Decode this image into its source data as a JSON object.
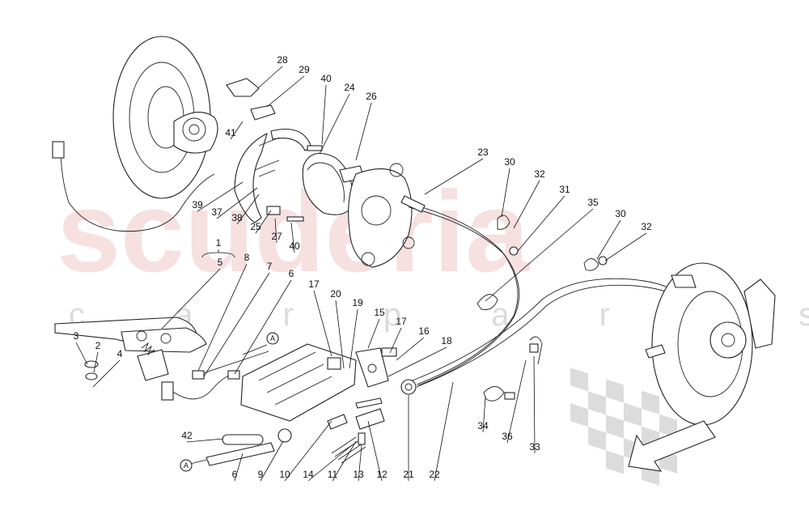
{
  "watermark": {
    "brand": "scuderia",
    "subline": "c a r p a r t s"
  },
  "reference_markers": [
    "A",
    "A"
  ],
  "callouts": [
    {
      "id": "c28",
      "label": "28"
    },
    {
      "id": "c29",
      "label": "29"
    },
    {
      "id": "c40a",
      "label": "40"
    },
    {
      "id": "c24",
      "label": "24"
    },
    {
      "id": "c26",
      "label": "26"
    },
    {
      "id": "c41",
      "label": "41"
    },
    {
      "id": "c39",
      "label": "39"
    },
    {
      "id": "c37",
      "label": "37"
    },
    {
      "id": "c38",
      "label": "38"
    },
    {
      "id": "c25",
      "label": "25"
    },
    {
      "id": "c27",
      "label": "27"
    },
    {
      "id": "c40b",
      "label": "40"
    },
    {
      "id": "c23",
      "label": "23"
    },
    {
      "id": "c30a",
      "label": "30"
    },
    {
      "id": "c32a",
      "label": "32"
    },
    {
      "id": "c31",
      "label": "31"
    },
    {
      "id": "c35",
      "label": "35"
    },
    {
      "id": "c30b",
      "label": "30"
    },
    {
      "id": "c32b",
      "label": "32"
    },
    {
      "id": "c1",
      "label": "1"
    },
    {
      "id": "c5",
      "label": "5"
    },
    {
      "id": "c8",
      "label": "8"
    },
    {
      "id": "c7",
      "label": "7"
    },
    {
      "id": "c6",
      "label": "6"
    },
    {
      "id": "c17a",
      "label": "17"
    },
    {
      "id": "c20",
      "label": "20"
    },
    {
      "id": "c19",
      "label": "19"
    },
    {
      "id": "c15",
      "label": "15"
    },
    {
      "id": "c17b",
      "label": "17"
    },
    {
      "id": "c16",
      "label": "16"
    },
    {
      "id": "c18",
      "label": "18"
    },
    {
      "id": "c3",
      "label": "3"
    },
    {
      "id": "c2",
      "label": "2"
    },
    {
      "id": "c4",
      "label": "4"
    },
    {
      "id": "c42",
      "label": "42"
    },
    {
      "id": "c6b",
      "label": "6"
    },
    {
      "id": "c9",
      "label": "9"
    },
    {
      "id": "c10",
      "label": "10"
    },
    {
      "id": "c14",
      "label": "14"
    },
    {
      "id": "c11",
      "label": "11"
    },
    {
      "id": "c13",
      "label": "13"
    },
    {
      "id": "c12",
      "label": "12"
    },
    {
      "id": "c21",
      "label": "21"
    },
    {
      "id": "c22",
      "label": "22"
    },
    {
      "id": "c34",
      "label": "34"
    },
    {
      "id": "c36",
      "label": "36"
    },
    {
      "id": "c33",
      "label": "33"
    }
  ]
}
